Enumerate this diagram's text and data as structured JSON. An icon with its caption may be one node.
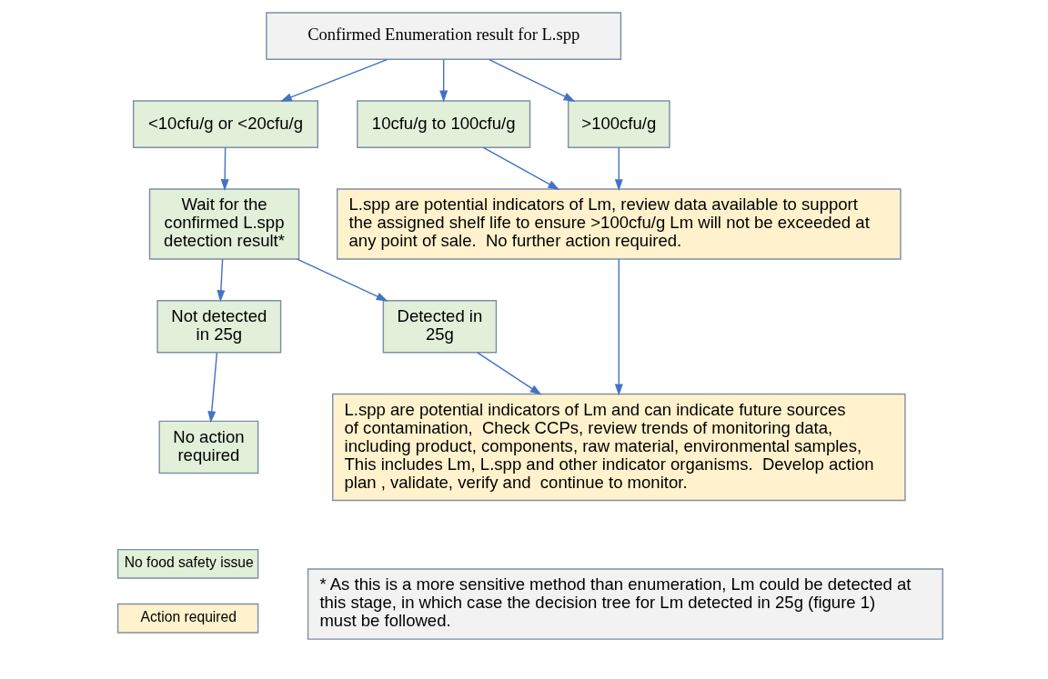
{
  "diagram": {
    "nodes": [
      {
        "text": [
          "Confirmed Enumeration result for L.spp"
        ]
      },
      {
        "text": [
          "<10cfu/g or <20cfu/g"
        ]
      },
      {
        "text": [
          "10cfu/g to 100cfu/g"
        ]
      },
      {
        "text": [
          ">100cfu/g"
        ]
      },
      {
        "text": [
          "Wait for the confirmed L.spp detection result*"
        ]
      },
      {
        "text": [
          "L.spp are potential indicators of Lm, review data available to support the assigned shelf life to ensure >100cfu/g Lm will not be exceeded at any point of sale.  No further action required."
        ]
      },
      {
        "text": [
          "Not detected in 25g"
        ]
      },
      {
        "text": [
          "Detected in 25g"
        ]
      },
      {
        "text": [
          "L.spp are potential indicators of Lm and can indicate future sources of contamination,  Check CCPs, review trends of monitoring data, including product, components, raw material, environmental samples, This includes Lm, L.spp and other indicator organisms.  Develop action plan , validate, verify and  continue to monitor."
        ]
      },
      {
        "text": [
          "No action required"
        ]
      },
      {
        "text": [
          "* As this is a more sensitive method than enumeration, Lm could be detected at this stage, in which case the decision tree for Lm detected in 25g (figure 1) must be followed."
        ]
      }
    ],
    "edges": [
      {
        "from": 0,
        "to": 1,
        "arrow": "to"
      },
      {
        "from": 0,
        "to": 2,
        "arrow": "to"
      },
      {
        "from": 0,
        "to": 3,
        "arrow": "to"
      },
      {
        "from": 1,
        "to": 4,
        "arrow": "to"
      },
      {
        "from": 2,
        "to": 5,
        "arrow": "to"
      },
      {
        "from": 3,
        "to": 5,
        "arrow": "to"
      },
      {
        "from": 4,
        "to": 6,
        "arrow": "to"
      },
      {
        "from": 4,
        "to": 7,
        "arrow": "to"
      },
      {
        "from": 7,
        "to": 8,
        "arrow": "to"
      },
      {
        "from": 5,
        "to": 8,
        "arrow": "to"
      },
      {
        "from": 6,
        "to": 9,
        "arrow": "to"
      }
    ],
    "legend": [
      {
        "text": "No food safety issue",
        "color": "#e2efd9"
      },
      {
        "text": "Action required",
        "color": "#fff2cc"
      }
    ]
  }
}
